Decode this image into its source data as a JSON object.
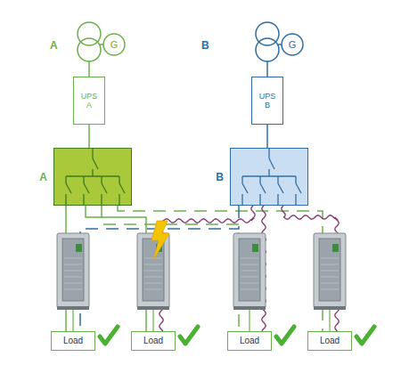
{
  "diagram": {
    "nodes": [
      {
        "text": [
          "G"
        ]
      },
      {
        "text": [
          "G"
        ]
      },
      {
        "text": [
          "UPS A"
        ]
      },
      {
        "text": [
          "UPS B"
        ]
      },
      {
        "text": [
          "A"
        ]
      },
      {
        "text": [
          "B"
        ]
      },
      {
        "text": [
          "Load"
        ]
      },
      {
        "text": [
          "Load"
        ]
      },
      {
        "text": [
          "Load"
        ]
      },
      {
        "text": [
          "Load"
        ]
      }
    ],
    "edges": [
      {
        "from": 2,
        "to": 4,
        "arrow": "none"
      },
      {
        "from": 3,
        "to": 5,
        "arrow": "none"
      },
      {
        "from": 4,
        "to": 6,
        "arrow": "none"
      },
      {
        "from": 4,
        "to": 7,
        "arrow": "none"
      },
      {
        "from": 4,
        "to": 8,
        "arrow": "none"
      },
      {
        "from": 4,
        "to": 9,
        "arrow": "none"
      },
      {
        "from": 5,
        "to": 6,
        "arrow": "none"
      },
      {
        "from": 5,
        "to": 7,
        "arrow": "none"
      },
      {
        "from": 5,
        "to": 8,
        "arrow": "none"
      },
      {
        "from": 5,
        "to": 9,
        "arrow": "none"
      }
    ],
    "labels": [
      "A",
      "B"
    ]
  }
}
